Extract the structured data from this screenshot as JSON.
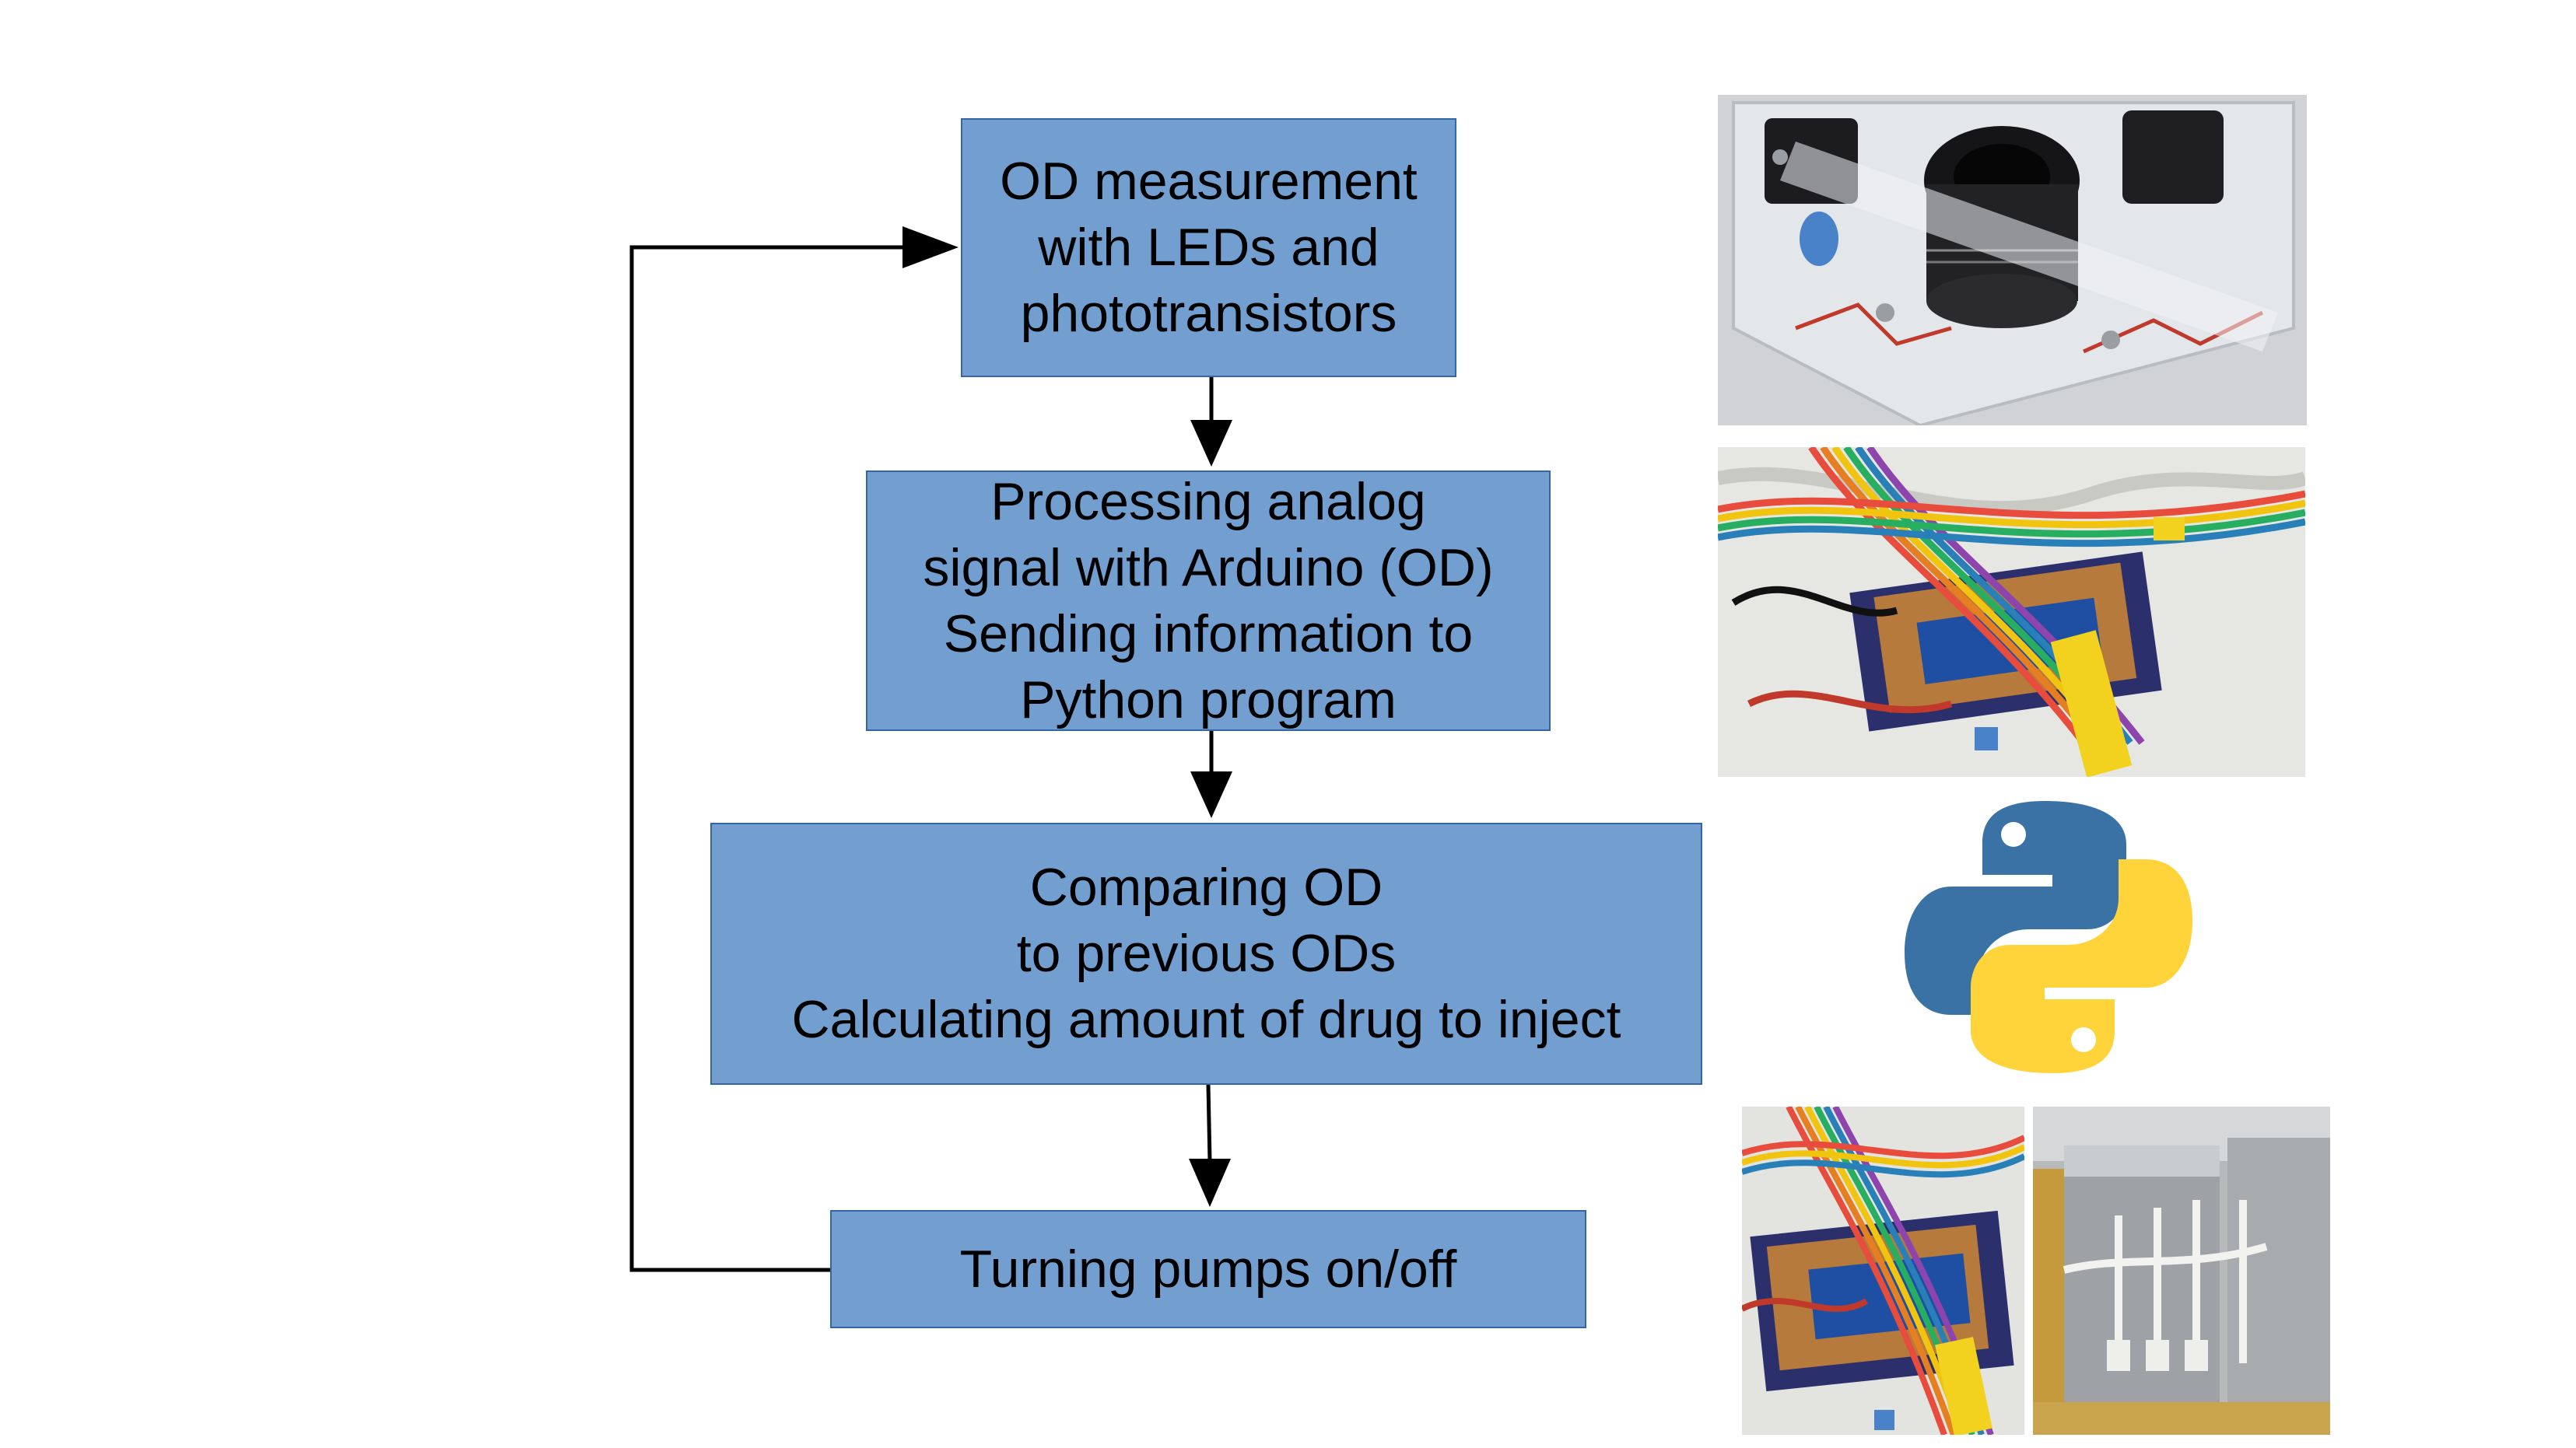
{
  "flowchart": {
    "steps": [
      {
        "id": "od-measurement",
        "lines": [
          "OD measurement",
          "with LEDs and",
          "phototransistors"
        ]
      },
      {
        "id": "arduino-processing",
        "lines": [
          "Processing analog",
          "signal with Arduino (OD)",
          "Sending information to",
          "Python program"
        ]
      },
      {
        "id": "python-compare",
        "lines": [
          "Comparing OD",
          "to previous ODs",
          "Calculating amount of drug to inject"
        ]
      },
      {
        "id": "pumps",
        "lines": [
          "Turning pumps on/off"
        ]
      }
    ],
    "loop": "feedback from last step back to first step"
  },
  "images": [
    {
      "name": "od-measurement-device-photo",
      "depicts": "acrylic holder with black cuvette tubes"
    },
    {
      "name": "arduino-board-photo",
      "depicts": "Arduino shield with rainbow ribbon cables"
    },
    {
      "name": "python-logo",
      "depicts": "Python logo"
    },
    {
      "name": "arduino-board-photo-small",
      "depicts": "Arduino shield with rainbow ribbon cables"
    },
    {
      "name": "pumps-photo",
      "depicts": "pumps with tubing"
    }
  ],
  "colors": {
    "box_fill": "#729fcf",
    "box_border": "#3465a4",
    "arrow": "#000000",
    "python_blue": "#3a72a5",
    "python_yellow": "#ffd43b"
  }
}
